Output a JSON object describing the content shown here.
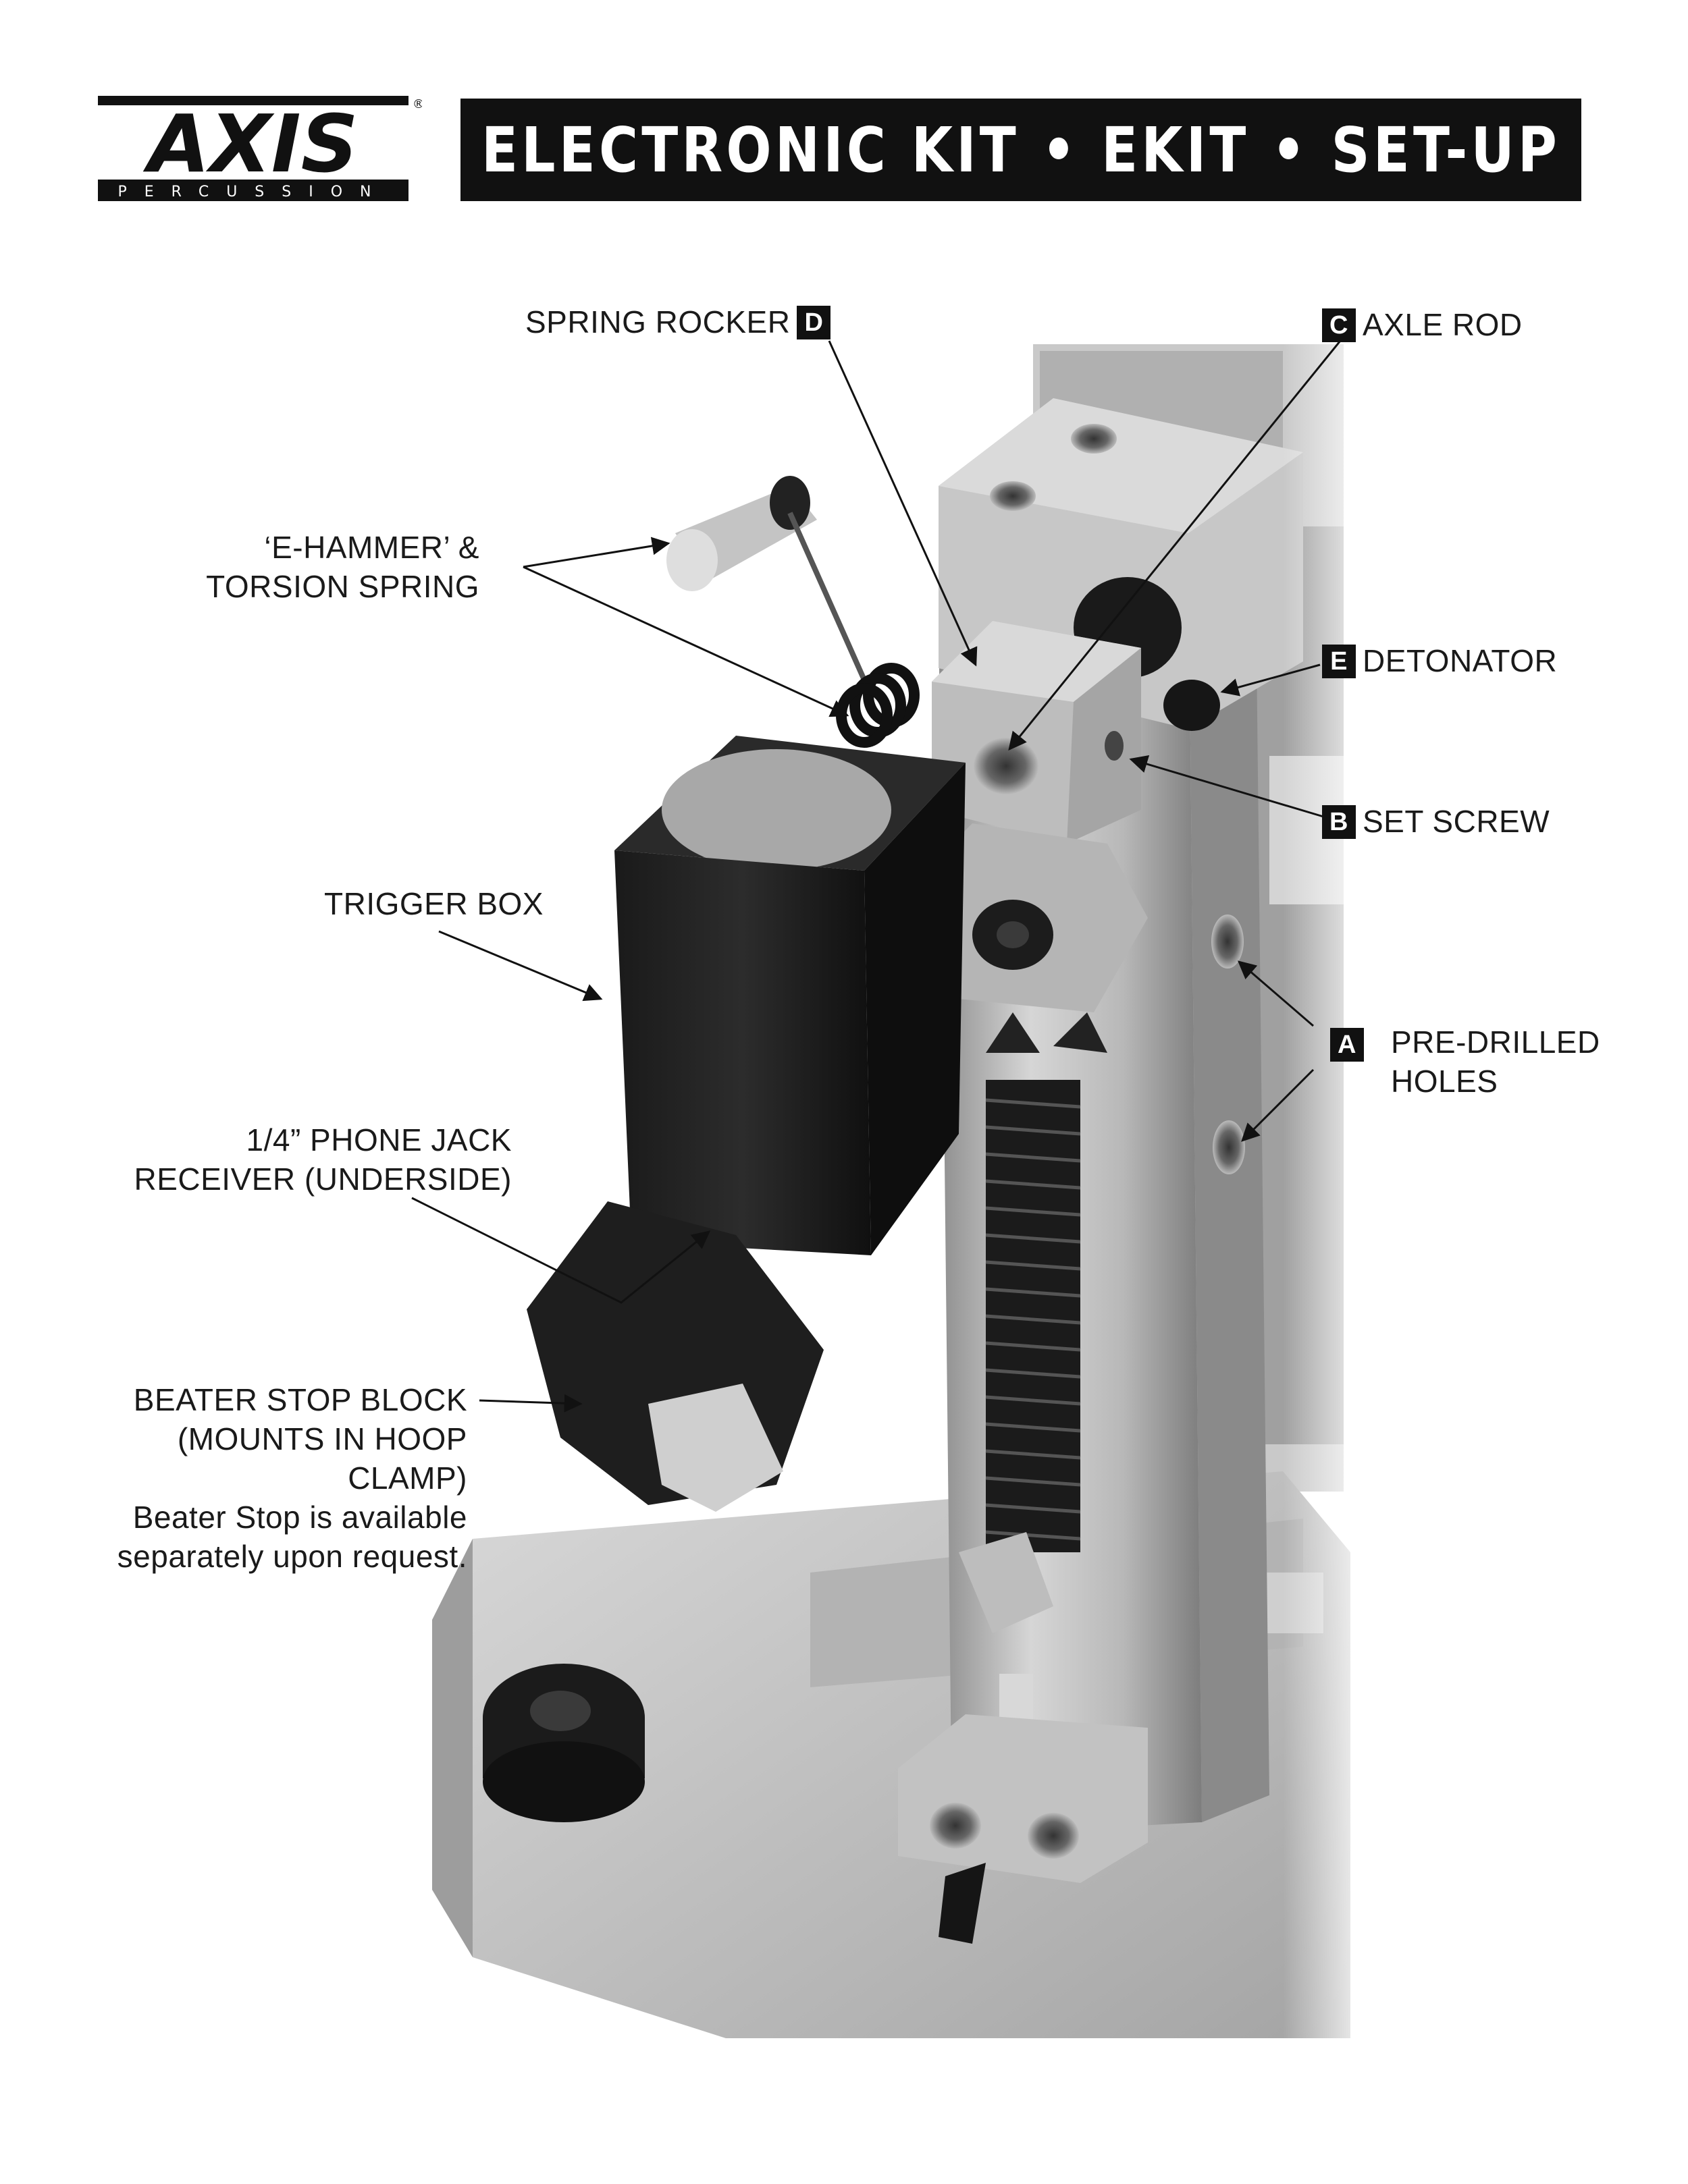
{
  "header": {
    "brand": "AXIS",
    "brand_sub": "PERCUSSION",
    "registered": "®",
    "title": "ELECTRONIC KIT • EKIT • SET-UP"
  },
  "callouts": {
    "spring_rocker": {
      "label": "SPRING ROCKER",
      "badge": "D"
    },
    "axle_rod": {
      "label": "AXLE ROD",
      "badge": "C"
    },
    "e_hammer": {
      "line1": "‘E-HAMMER’ &",
      "line2": "TORSION SPRING"
    },
    "detonator": {
      "label": "DETONATOR",
      "badge": "E"
    },
    "set_screw": {
      "label": "SET SCREW",
      "badge": "B"
    },
    "trigger_box": {
      "label": "TRIGGER BOX"
    },
    "pre_drilled": {
      "line1": "PRE-DRILLED",
      "line2": "HOLES",
      "badge": "A"
    },
    "phone_jack": {
      "line1": "1/4” PHONE JACK",
      "line2": "RECEIVER (UNDERSIDE)"
    },
    "beater_stop": {
      "line1": "BEATER STOP BLOCK",
      "line2": "(MOUNTS IN HOOP",
      "line3": "CLAMP)",
      "note1": "Beater Stop is available",
      "note2": "separately upon request."
    }
  },
  "colors": {
    "ink": "#111111",
    "metal_light": "#cfcfcf",
    "metal_mid": "#9a9a9a",
    "metal_dark": "#5a5a5a"
  }
}
